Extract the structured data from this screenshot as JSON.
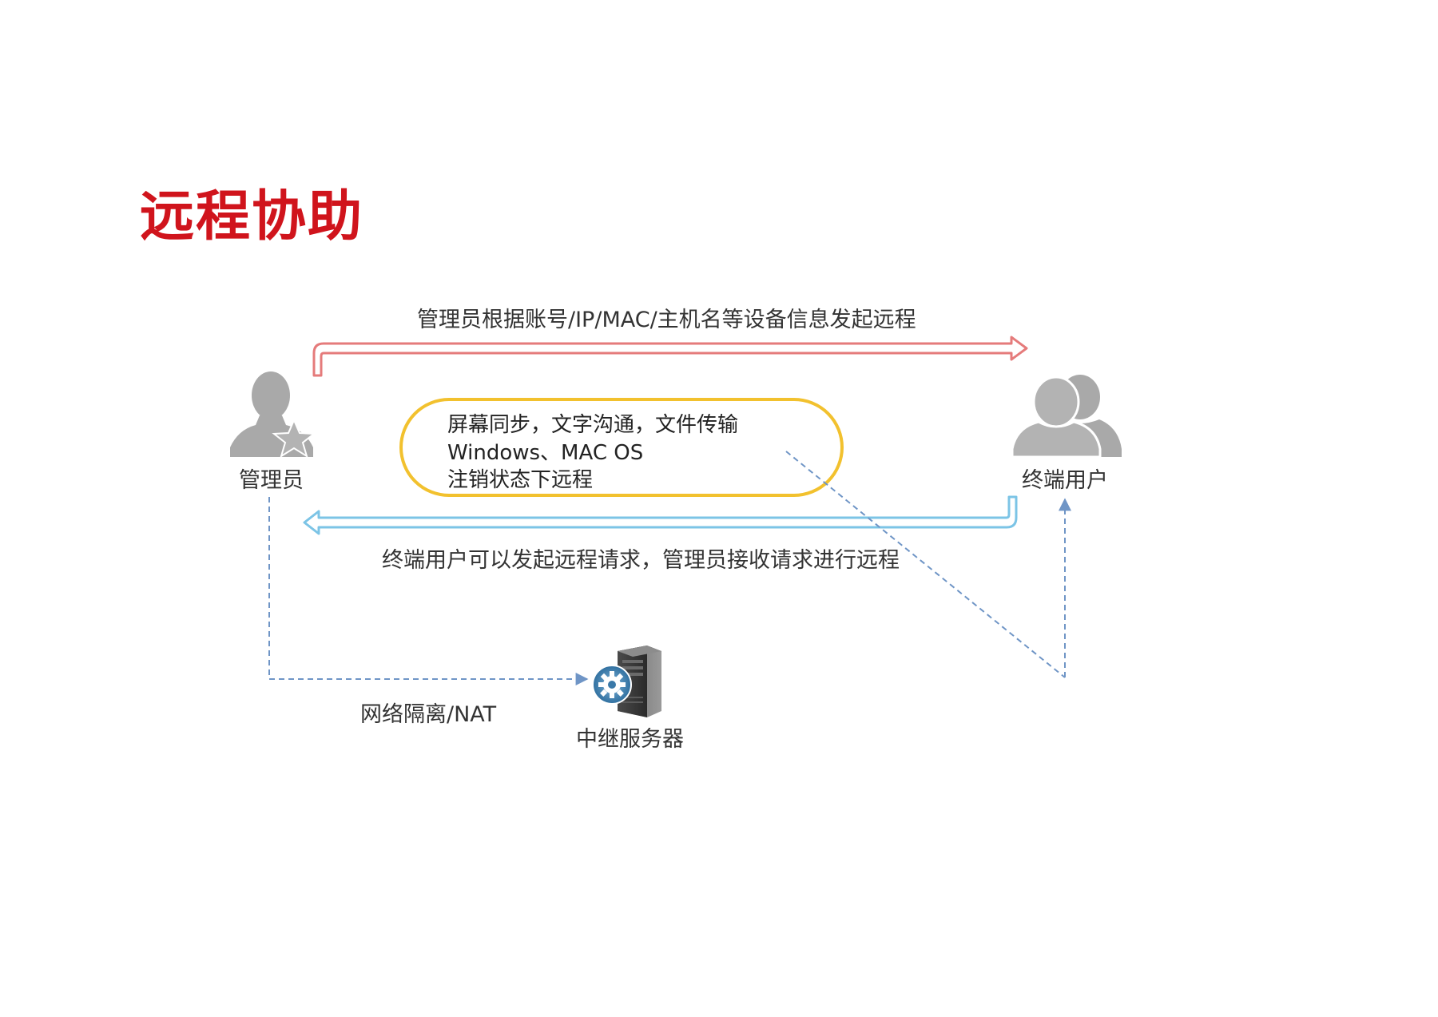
{
  "title": "远程协助",
  "top_arrow_label": "管理员根据账号/IP/MAC/主机名等设备信息发起远程",
  "bottom_arrow_label": "终端用户可以发起远程请求，管理员接收请求进行远程",
  "features": [
    "屏幕同步，文字沟通，文件传输",
    "Windows、MAC OS",
    "注销状态下远程"
  ],
  "admin_label": "管理员",
  "end_user_label": "终端用户",
  "network_label": "网络隔离/NAT",
  "relay_label": "中继服务器",
  "colors": {
    "title": "#d0141c",
    "top_arrow": "#e57b7b",
    "bottom_arrow": "#7cc4e6",
    "feature_box": "#f2c12e",
    "dashed_line": "#6f95c6",
    "person_icon": "#a9a9a9"
  },
  "icons": [
    "admin-person-star-icon",
    "end-users-group-icon",
    "relay-server-gear-icon"
  ]
}
